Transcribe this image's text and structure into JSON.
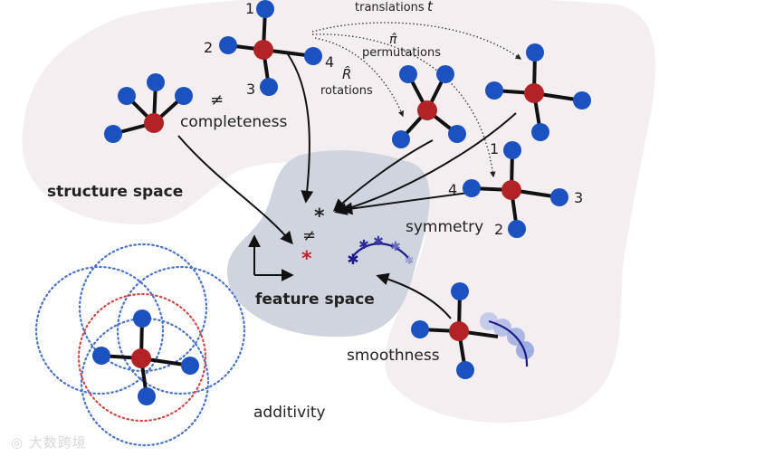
{
  "labels": {
    "structure_space": "structure space",
    "feature_space": "feature space",
    "completeness": "completeness",
    "neq_top": "≠",
    "neq_mid": "≠",
    "symmetry": "symmetry",
    "smoothness": "smoothness",
    "additivity": "additivity",
    "translations": "translations",
    "translations_sym": "t",
    "permutations": "permutations",
    "permutations_sym": "π̂",
    "rotations": "rotations",
    "rotations_sym": "R̂",
    "star_black": "*",
    "star_red": "*"
  },
  "atom_numbers": {
    "top_1": "1",
    "top_2": "2",
    "top_3": "3",
    "top_4": "4",
    "right_1": "1",
    "right_2": "2",
    "right_3": "3",
    "right_4": "4"
  },
  "watermark": "大数跨境",
  "colors": {
    "blob_pink": "#f4eef0",
    "blob_gray": "#cfd4de",
    "atom_red": "#b22326",
    "atom_blue": "#1c52c0",
    "ring_blue": "#4a72c8",
    "ring_red": "#d04a4a",
    "curve_navy": "#1a1a8a"
  }
}
